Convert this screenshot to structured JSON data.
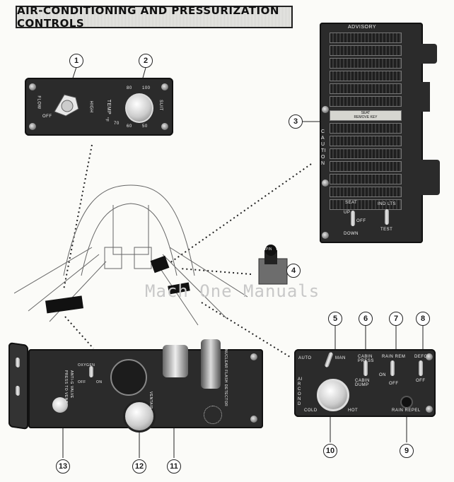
{
  "header": {
    "title": "AIR-CONDITIONING AND PRESSURIZATION CONTROLS"
  },
  "watermark": "Mach One Manuals",
  "callouts": [
    "1",
    "2",
    "3",
    "4",
    "5",
    "6",
    "7",
    "8",
    "9",
    "10",
    "11",
    "12",
    "13"
  ],
  "ac_panel": {
    "labels": {
      "flow": "FLOW",
      "off": "OFF",
      "high": "HIGH",
      "temp": "TEMP",
      "unit": "°F",
      "suit": "SUIT",
      "t70": "70",
      "t80": "80",
      "t100": "100",
      "t60": "60",
      "t50": "50"
    }
  },
  "annunciator": {
    "advisory": "ADVISORY",
    "caution": "CAUTION",
    "highlight_line1": "SEAT",
    "highlight_line2": "REMOVE KEY",
    "seat": "SEAT",
    "up": "UP",
    "off": "OFF",
    "down": "DOWN",
    "ind_lts": "IND LTS",
    "test": "TEST"
  },
  "key_label": "PIN",
  "right_panel": {
    "auto": "AUTO",
    "man": "MAN",
    "cabin_press": "CABIN PRESS",
    "cabin_dump": "CABIN DUMP",
    "rain_rem": "RAIN REM",
    "defog": "DEFOG",
    "on": "ON",
    "off": "OFF",
    "off2": "OFF",
    "cold": "COLD",
    "hot": "HOT",
    "rain_repel": "RAIN REPEL",
    "air_cond": "AIR COND"
  },
  "left_panel": {
    "press_to_vent": "PRESS TO VENT",
    "anti_g_valve": "ANTI-G VALVE",
    "oxygen": "OXYGEN",
    "off": "OFF",
    "on": "ON",
    "ventair": "VENTAIR",
    "nuclear_flash_detector": "NUCLEAR FLASH DETECTOR"
  }
}
